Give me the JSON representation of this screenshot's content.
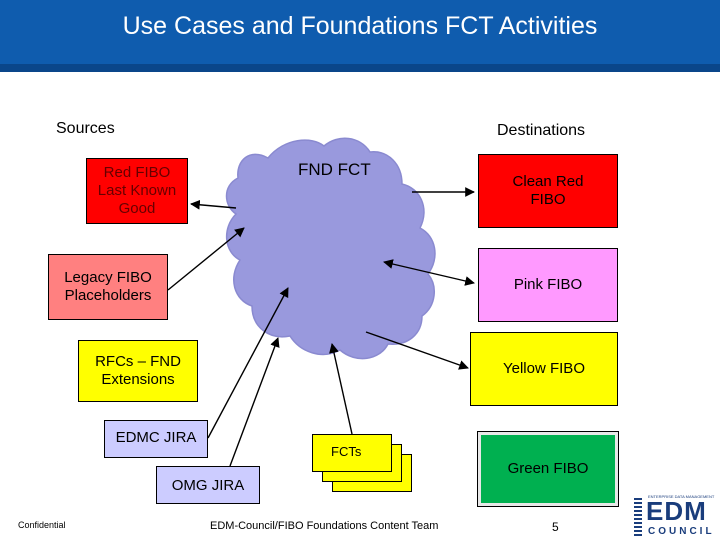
{
  "title": "Use Cases and Foundations FCT Activities",
  "sources_label": "Sources",
  "destinations_label": "Destinations",
  "cloud_label": "FND FCT",
  "sources": {
    "red_fibo": "Red FIBO\nLast Known\nGood",
    "legacy": "Legacy FIBO\nPlaceholders",
    "rfcs": "RFCs – FND\nExtensions",
    "edmc_jira": "EDMC JIRA",
    "omg_jira": "OMG JIRA"
  },
  "destinations": {
    "clean_red": "Clean Red\nFIBO",
    "pink": "Pink FIBO",
    "yellow": "Yellow FIBO",
    "green": "Green FIBO"
  },
  "fcts_label": "FCTs",
  "footer": {
    "confidential": "Confidential",
    "team": "EDM-Council/FIBO Foundations Content Team",
    "page": "5"
  },
  "logo": {
    "tagline": "ENTERPRISE DATA MANAGEMENT",
    "name": "EDM",
    "sub": "COUNCIL"
  },
  "colors": {
    "title_bar": "#0f5cae",
    "cloud": "#9999dd",
    "red": "#ff0000",
    "salmon": "#ff8080",
    "yellow": "#ffff00",
    "pink": "#ff99ff",
    "green": "#00b050",
    "lavender": "#ccccff"
  }
}
